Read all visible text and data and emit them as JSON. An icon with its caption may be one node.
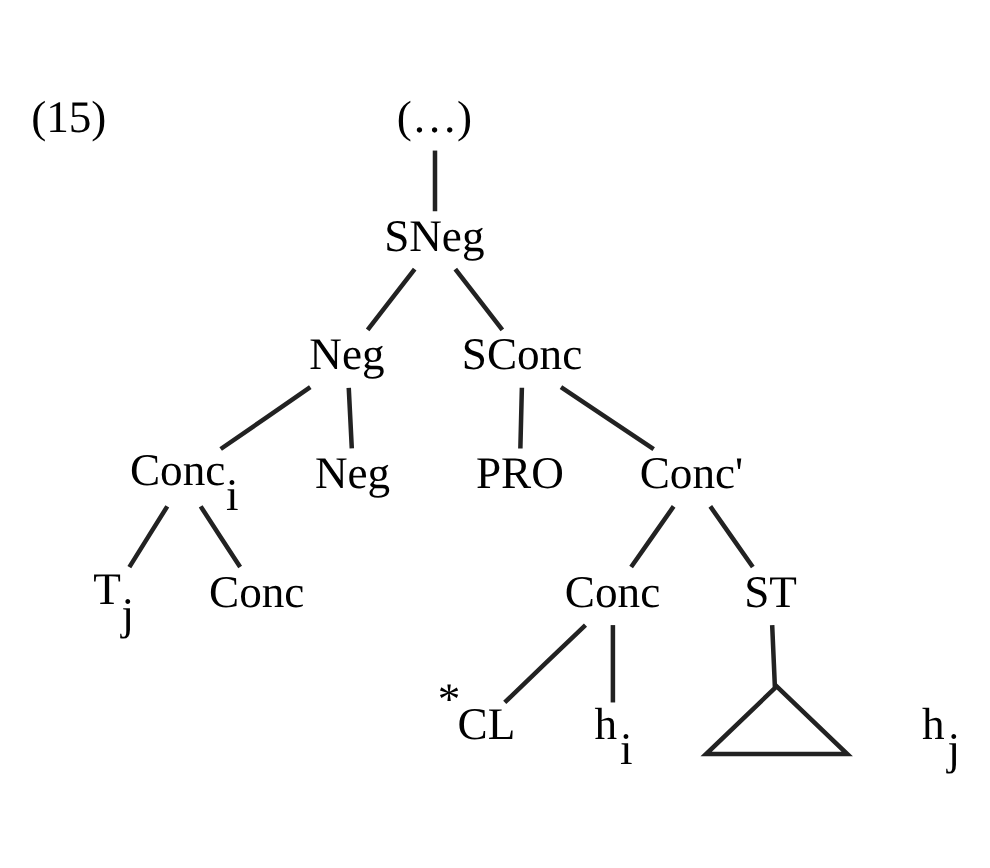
{
  "diagram": {
    "nodes": [
      {
        "text": [
          "(…)"
        ]
      },
      {
        "text": [
          "SNeg"
        ]
      },
      {
        "text": [
          "Neg"
        ]
      },
      {
        "text": [
          "SConc"
        ]
      },
      {
        "text": [
          "Conc$_{i}$"
        ]
      },
      {
        "text": [
          "Neg"
        ]
      },
      {
        "text": [
          "PRO"
        ]
      },
      {
        "text": [
          "Conc'"
        ]
      },
      {
        "text": [
          "T$_{j}$"
        ]
      },
      {
        "text": [
          "Conc"
        ]
      },
      {
        "text": [
          "Conc"
        ]
      },
      {
        "text": [
          "ST"
        ]
      },
      {
        "text": [
          "$^{*}$CL"
        ]
      },
      {
        "text": [
          "h$_{i}$"
        ]
      },
      {
        "text": [],
        "shape": "triangle",
        "beside": [
          "h$_{j}$"
        ]
      }
    ],
    "edges": [
      {
        "from": 0,
        "to": 1,
        "arrow": "none"
      },
      {
        "from": 1,
        "to": 2,
        "arrow": "none"
      },
      {
        "from": 1,
        "to": 3,
        "arrow": "none"
      },
      {
        "from": 2,
        "to": 4,
        "arrow": "none"
      },
      {
        "from": 2,
        "to": 5,
        "arrow": "none"
      },
      {
        "from": 3,
        "to": 6,
        "arrow": "none"
      },
      {
        "from": 3,
        "to": 7,
        "arrow": "none"
      },
      {
        "from": 4,
        "to": 8,
        "arrow": "none"
      },
      {
        "from": 4,
        "to": 9,
        "arrow": "none"
      },
      {
        "from": 7,
        "to": 10,
        "arrow": "none"
      },
      {
        "from": 7,
        "to": 11,
        "arrow": "none"
      },
      {
        "from": 10,
        "to": 12,
        "arrow": "none"
      },
      {
        "from": 10,
        "to": 13,
        "arrow": "none"
      },
      {
        "from": 11,
        "to": 14,
        "arrow": "none"
      }
    ],
    "labels": [
      "(15)"
    ]
  }
}
